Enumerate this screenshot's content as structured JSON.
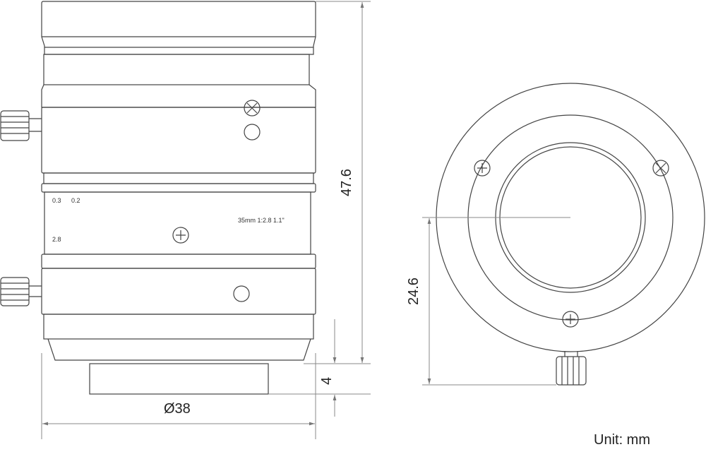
{
  "dimensions": {
    "overall_length": "47.6",
    "mount_length": "4",
    "diameter": "Ø38",
    "center_height": "24.6"
  },
  "lens_markings": {
    "distance_1": "0.3",
    "distance_2": "0.2",
    "aperture": "2.8",
    "spec": "35mm  1:2.8  1.1\""
  },
  "unit_label": "Unit: mm"
}
